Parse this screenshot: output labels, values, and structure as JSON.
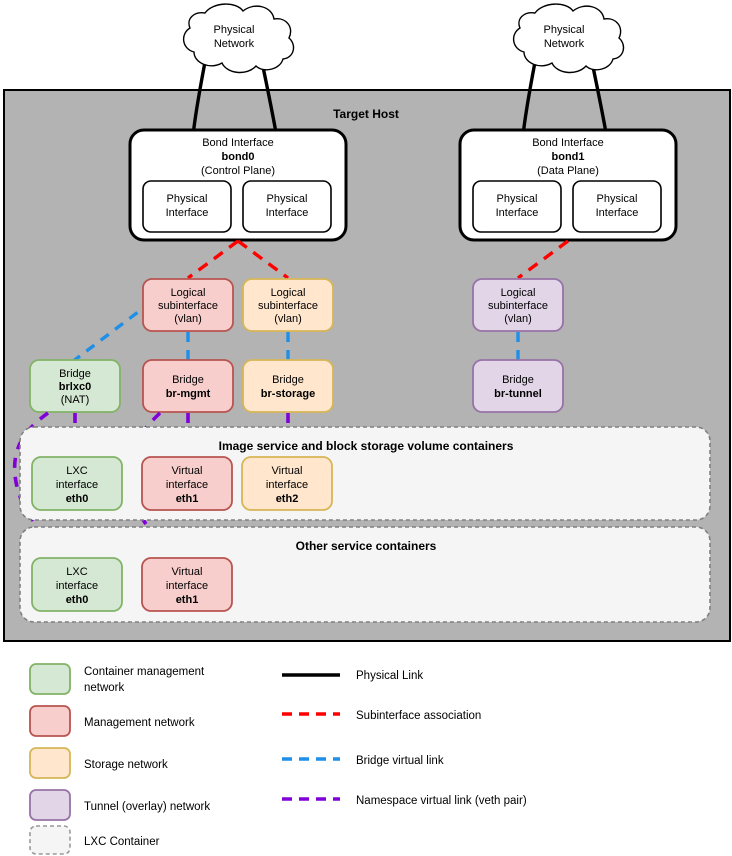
{
  "diagram": {
    "title": "Target Host",
    "clouds": [
      {
        "id": "cloud-left",
        "line1": "Physical",
        "line2": "Network"
      },
      {
        "id": "cloud-right",
        "line1": "Physical",
        "line2": "Network"
      }
    ],
    "bonds": [
      {
        "id": "bond0",
        "title": "Bond Interface",
        "name": "bond0",
        "role": "(Control Plane)",
        "nics": [
          {
            "line1": "Physical",
            "line2": "Interface"
          },
          {
            "line1": "Physical",
            "line2": "Interface"
          }
        ]
      },
      {
        "id": "bond1",
        "title": "Bond Interface",
        "name": "bond1",
        "role": "(Data Plane)",
        "nics": [
          {
            "line1": "Physical",
            "line2": "Interface"
          },
          {
            "line1": "Physical",
            "line2": "Interface"
          }
        ]
      }
    ],
    "subinterfaces": [
      {
        "id": "subif-mgmt",
        "line1": "Logical",
        "line2": "subinterface",
        "line3": "(vlan)",
        "color": "management"
      },
      {
        "id": "subif-storage",
        "line1": "Logical",
        "line2": "subinterface",
        "line3": "(vlan)",
        "color": "storage"
      },
      {
        "id": "subif-tunnel",
        "line1": "Logical",
        "line2": "subinterface",
        "line3": "(vlan)",
        "color": "tunnel"
      }
    ],
    "bridges": [
      {
        "id": "bridge-brlxc0",
        "line1": "Bridge",
        "name": "brlxc0",
        "line3": "(NAT)",
        "color": "container-mgmt"
      },
      {
        "id": "bridge-br-mgmt",
        "line1": "Bridge",
        "name": "br-mgmt",
        "line3": "",
        "color": "management"
      },
      {
        "id": "bridge-br-storage",
        "line1": "Bridge",
        "name": "br-storage",
        "line3": "",
        "color": "storage"
      },
      {
        "id": "bridge-br-tunnel",
        "line1": "Bridge",
        "name": "br-tunnel",
        "line3": "",
        "color": "tunnel"
      }
    ],
    "containers": [
      {
        "id": "container-image-block",
        "title": "Image service and block storage volume containers",
        "interfaces": [
          {
            "line1": "LXC",
            "line2": "interface",
            "name": "eth0",
            "color": "container-mgmt"
          },
          {
            "line1": "Virtual",
            "line2": "interface",
            "name": "eth1",
            "color": "management"
          },
          {
            "line1": "Virtual",
            "line2": "interface",
            "name": "eth2",
            "color": "storage"
          }
        ]
      },
      {
        "id": "container-other",
        "title": "Other service containers",
        "interfaces": [
          {
            "line1": "LXC",
            "line2": "interface",
            "name": "eth0",
            "color": "container-mgmt"
          },
          {
            "line1": "Virtual",
            "line2": "interface",
            "name": "eth1",
            "color": "management"
          }
        ]
      }
    ]
  },
  "legend": {
    "swatches": [
      {
        "id": "legend-container-mgmt",
        "label": "Container management network",
        "fill": "#d5e8d4",
        "stroke": "#82b366",
        "dashed": false
      },
      {
        "id": "legend-management",
        "label": "Management network",
        "fill": "#f8cecc",
        "stroke": "#b85450",
        "dashed": false
      },
      {
        "id": "legend-storage",
        "label": "Storage network",
        "fill": "#ffe6cc",
        "stroke": "#d6b656",
        "dashed": false
      },
      {
        "id": "legend-tunnel",
        "label": "Tunnel (overlay) network",
        "fill": "#e1d5e7",
        "stroke": "#9673a6",
        "dashed": false
      },
      {
        "id": "legend-lxc-container",
        "label": "LXC Container",
        "fill": "#f5f5f5",
        "stroke": "#999999",
        "dashed": true
      }
    ],
    "lines": [
      {
        "id": "legend-physical-link",
        "label": "Physical Link",
        "color": "#000000",
        "dashed": false
      },
      {
        "id": "legend-subinterface-association",
        "label": "Subinterface association",
        "color": "#ff0000",
        "dashed": true
      },
      {
        "id": "legend-bridge-virtual-link",
        "label": "Bridge virtual link",
        "color": "#1f8fe8",
        "dashed": true
      },
      {
        "id": "legend-namespace-virtual-link",
        "label": "Namespace virtual link (veth pair)",
        "color": "#8000d7",
        "dashed": true
      }
    ]
  },
  "palette": {
    "host_fill": "#b3b3b3",
    "host_stroke": "#000000",
    "container_fill": "#f5f5f5",
    "container_stroke": "#808080",
    "container_mgmt_fill": "#d5e8d4",
    "container_mgmt_stroke": "#82b366",
    "management_fill": "#f8cecc",
    "management_stroke": "#b85450",
    "storage_fill": "#ffe6cc",
    "storage_stroke": "#d6b656",
    "tunnel_fill": "#e1d5e7",
    "tunnel_stroke": "#9673a6",
    "physical": "#000000",
    "subif": "#ff0000",
    "bridge_link": "#1f8fe8",
    "veth": "#8000d7"
  }
}
